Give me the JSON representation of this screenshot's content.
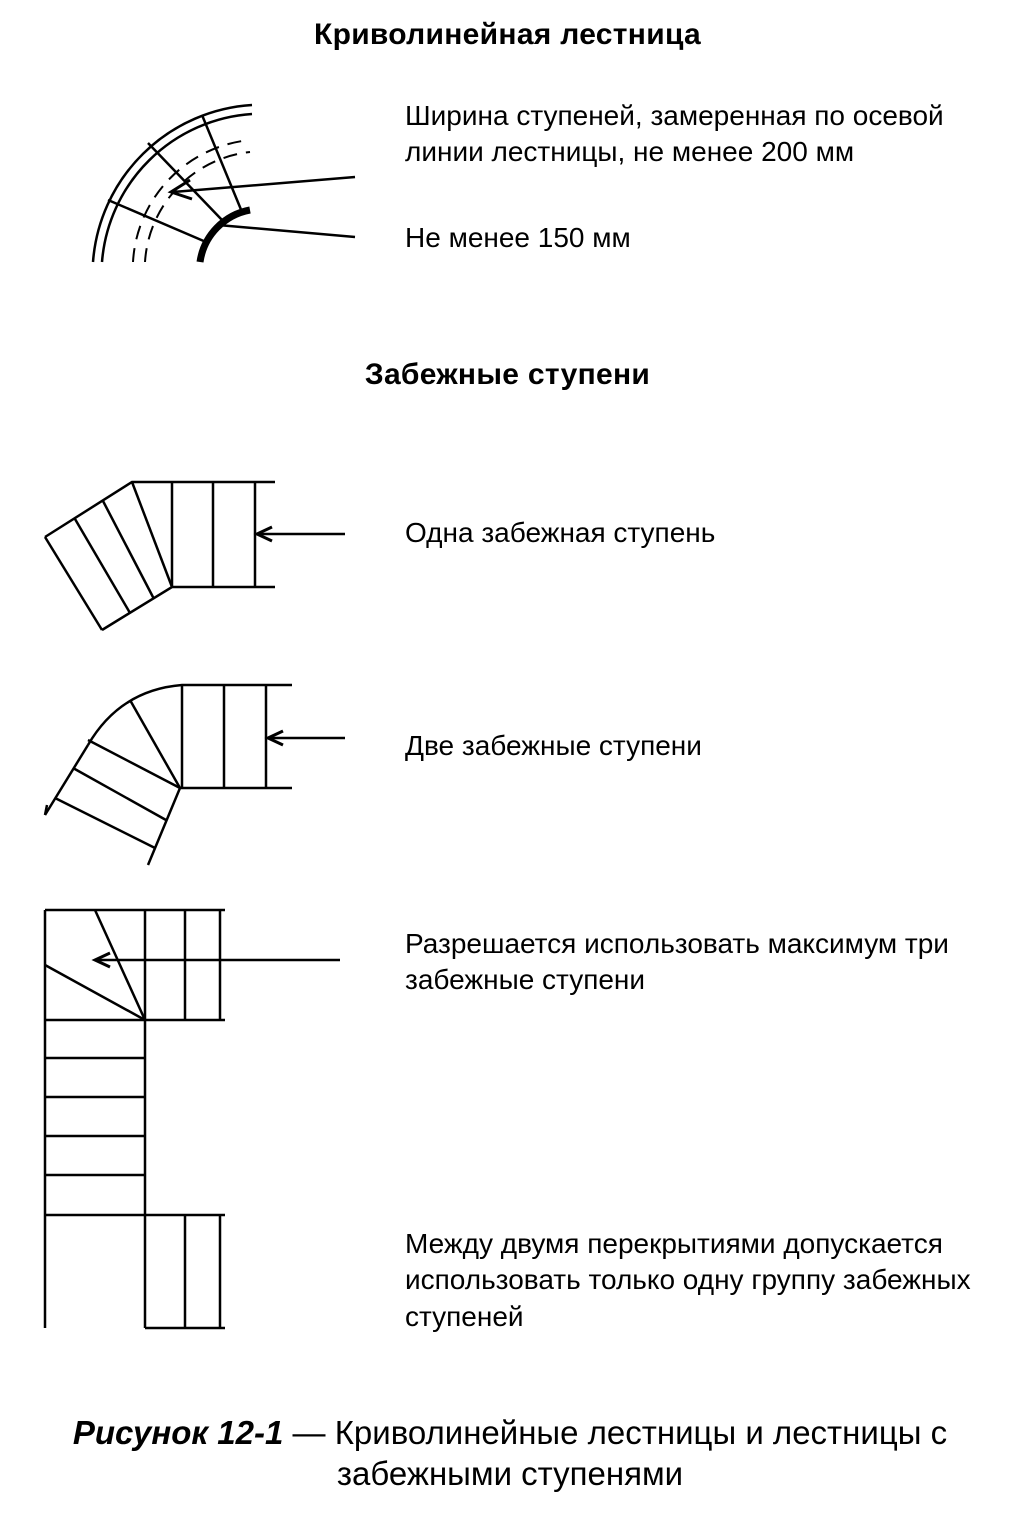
{
  "sections": {
    "curved": {
      "title": "Криволинейная лестница",
      "notes": [
        "Ширина ступеней, замеренная по осевой линии лестницы, не менее 200 мм",
        "Не менее 150 мм"
      ]
    },
    "winders": {
      "title": "Забежные ступени",
      "notes": [
        "Одна забежная ступень",
        "Две забежные ступени",
        "Разрешается использовать максимум три забежные ступени",
        "Между двумя перекрытиями допускается использовать только одну группу забежных ступеней"
      ]
    }
  },
  "caption": {
    "label": "Рисунок 12-1",
    "dash": " — ",
    "text": "Криволинейные лестницы и лестницы с забежными ступенями"
  }
}
